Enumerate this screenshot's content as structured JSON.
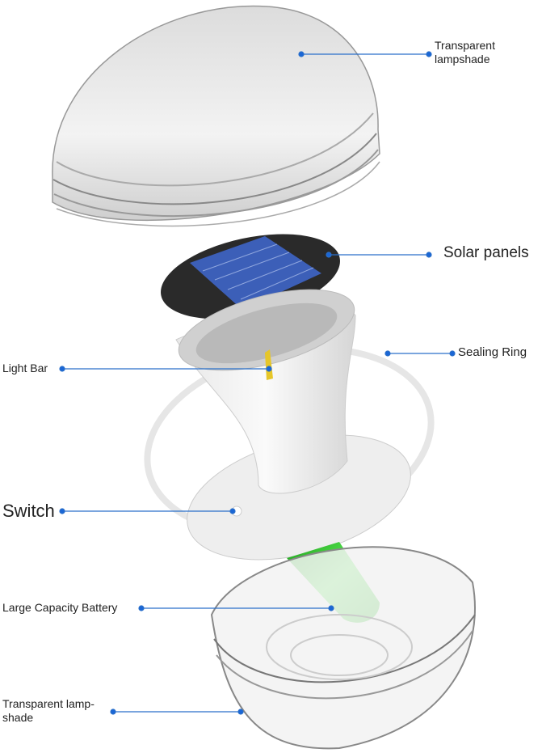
{
  "labels": {
    "top_lampshade_line1": "Transparent",
    "top_lampshade_line2": "lampshade",
    "solar_panels": "Solar panels",
    "sealing_ring": "Sealing Ring",
    "light_bar": "Light Bar",
    "switch": "Switch",
    "battery": "Large Capacity Battery",
    "bottom_lampshade_line1": "Transparent lamp-",
    "bottom_lampshade_line2": "shade"
  },
  "colors": {
    "leader_line": "#2a6fc9",
    "leader_dot": "#1a66d6",
    "solar_cell": "#3c5fb8",
    "battery": "#3ee23a",
    "light_bar": "#e6c629"
  }
}
